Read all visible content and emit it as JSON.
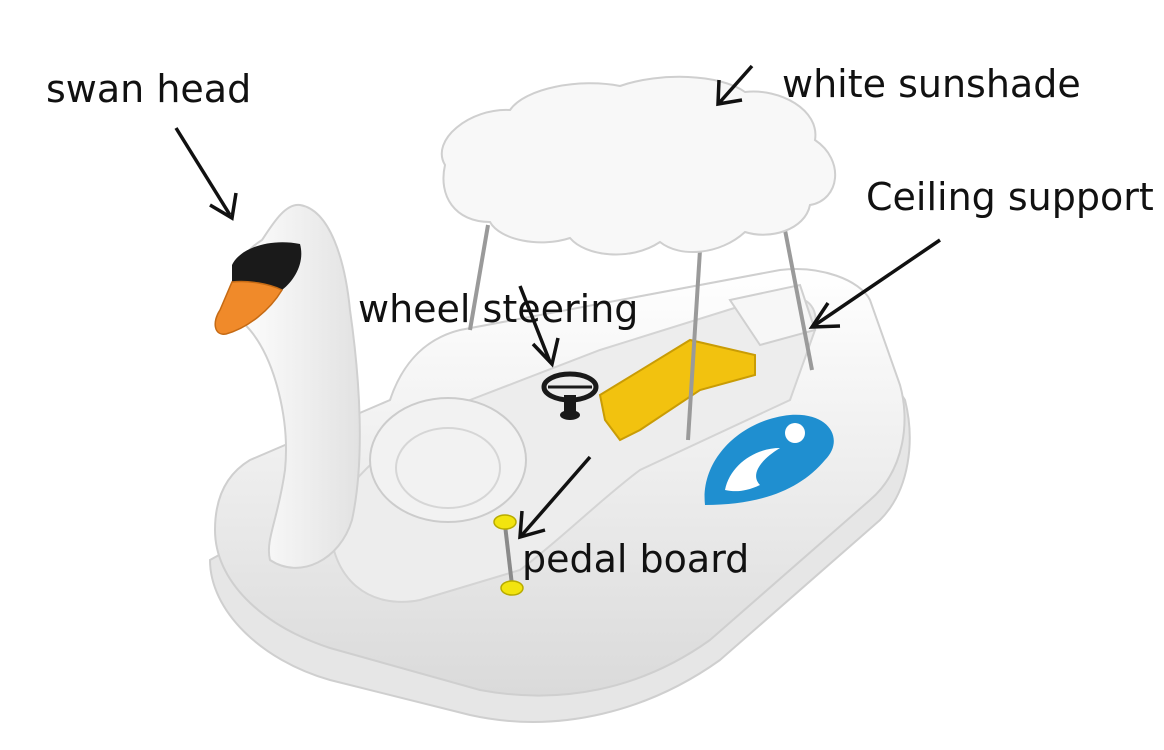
{
  "labels": {
    "swan_head": "swan head",
    "white_sunshade": "white sunshade",
    "ceiling_support": "Ceiling support",
    "wheel_steering": "wheel steering",
    "pedal_board": "pedal board"
  },
  "colors": {
    "hull": "#f4f4f4",
    "hull_shadow": "#dcdcdc",
    "beak": "#f08a2a",
    "mask": "#1a1a1a",
    "seat": "#f2c20f",
    "emblem": "#1f8fd0",
    "arrow": "#111111",
    "pole": "#9a9a9a"
  },
  "icons": [
    "swan-boat-illustration",
    "arrow-icon"
  ]
}
